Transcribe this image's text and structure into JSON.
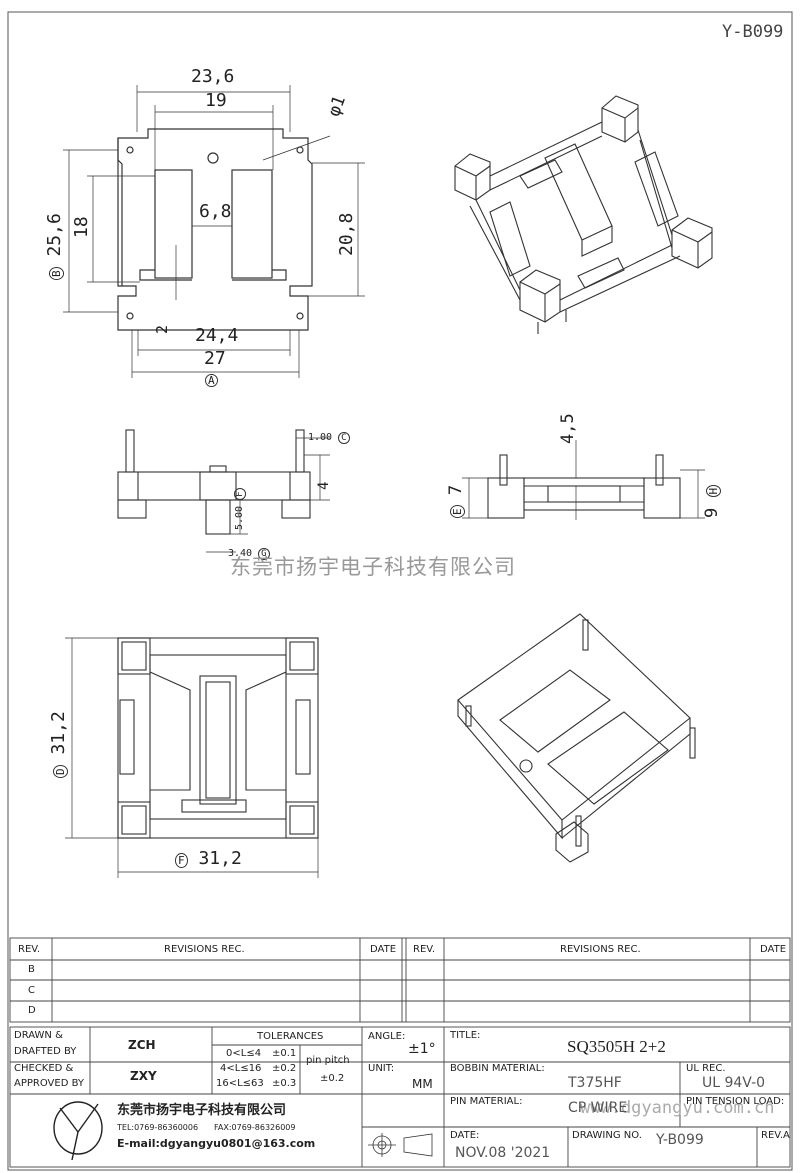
{
  "part_code": "Y-B099",
  "watermark": "东莞市扬宇电子科技有限公司",
  "watermark_url": "www.dgyangyu.com.cn",
  "top_view": {
    "dims": {
      "w236": "23,6",
      "w19": "19",
      "phi1": "φ1",
      "h256": "25,6",
      "h256_tag": "B",
      "h18": "18",
      "w68": "6,8",
      "h208": "20,8",
      "d2": "2",
      "w244": "24,4",
      "w27": "27",
      "w27_tag": "A"
    }
  },
  "side_view": {
    "dims": {
      "d100": "1.00",
      "d100_tag": "C",
      "d4": "4",
      "d500": "5.00",
      "d500_tag": "F",
      "d340": "3.40",
      "d340_tag": "G"
    }
  },
  "front_view": {
    "dims": {
      "d45": "4,5",
      "d7": "7",
      "d7_tag": "E",
      "d9": "9",
      "d9_tag": "H"
    }
  },
  "bottom_view": {
    "dims": {
      "h312": "31,2",
      "h312_tag": "D",
      "w312": "31,2",
      "w312_tag": "F"
    }
  },
  "revisions": {
    "col_rev": "REV.",
    "col_rec": "REVISIONS   REC.",
    "col_date": "DATE",
    "rows": [
      "B",
      "C",
      "D"
    ]
  },
  "title_block": {
    "drawn_label": "DRAWN &",
    "drafted_label": "DRAFTED BY",
    "drawn_value": "ZCH",
    "checked_label": "CHECKED &",
    "approved_label": "APPROVED BY",
    "checked_value": "ZXY",
    "tolerances_label": "TOLERANCES",
    "tol1": "0<L≤4",
    "tol1v": "±0.1",
    "tol2": "4<L≤16",
    "tol2v": "±0.2",
    "tol3": "16<L≤63",
    "tol3v": "±0.3",
    "pin_pitch_label": "pin pitch",
    "pin_pitch_value": "±0.2",
    "angle_label": "ANGLE:",
    "angle_value": "±1°",
    "unit_label": "UNIT:",
    "unit_value": "MM",
    "title_label": "TITLE:",
    "title_value": "SQ3505H 2+2",
    "bobbin_label": "BOBBIN MATERIAL:",
    "bobbin_value": "T375HF",
    "ul_label": "UL REC.",
    "ul_value": "UL 94V-0",
    "pin_mat_label": "PIN MATERIAL:",
    "pin_mat_value": "CP WIRE",
    "pin_tension_label": "PIN TENSION LOAD:",
    "date_label": "DATE:",
    "date_value": "NOV.08 '2021",
    "drawing_no_label": "DRAWING NO.",
    "drawing_no_value": "Y-B099",
    "rev_label": "REV.A",
    "company": "东莞市扬宇电子科技有限公司",
    "tel": "TEL:0769-86360006",
    "fax": "FAX:0769-86326009",
    "email": "E-mail:dgyangyu0801@163.com",
    "logo_letter": "Y"
  }
}
